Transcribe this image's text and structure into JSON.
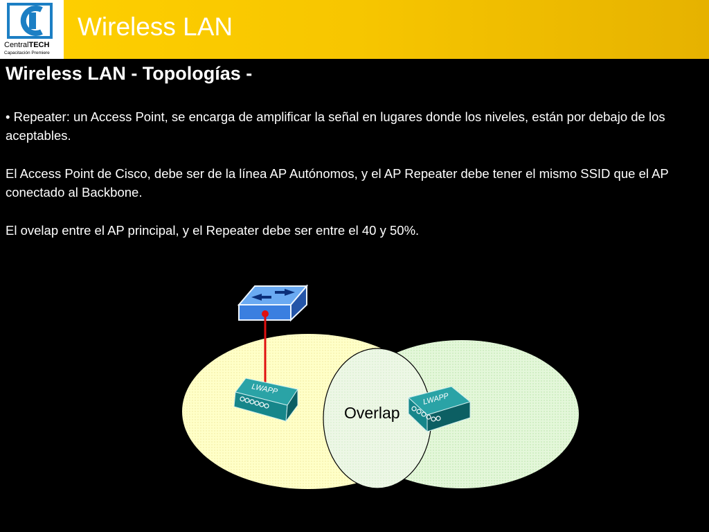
{
  "header": {
    "title": "Wireless LAN",
    "logo": {
      "brand_regular": "Central",
      "brand_bold": "TECH",
      "tagline": "Capacitación Premiere"
    }
  },
  "slide": {
    "title": "Wireless LAN - Topologías -",
    "paragraphs": [
      "• Repeater: un Access Point, se encarga de amplificar la señal en lugares donde los niveles, están por debajo de los aceptables.",
      "El Access Point de Cisco, debe ser de la línea AP Autónomos, y el AP Repeater debe tener el mismo SSID que el AP conectado al Backbone.",
      "El ovelap entre el AP principal, y el Repeater debe ser entre el 40 y 50%."
    ]
  },
  "diagram": {
    "overlap_label": "Overlap",
    "ap_label": "LWAPP",
    "colors": {
      "cell_main": "#ffffc8",
      "cell_repeater": "#e4f7da",
      "overlap": "#edf7e6",
      "link": "#e01010",
      "switch": "#3a7fe0",
      "ap": "#16868a"
    }
  }
}
